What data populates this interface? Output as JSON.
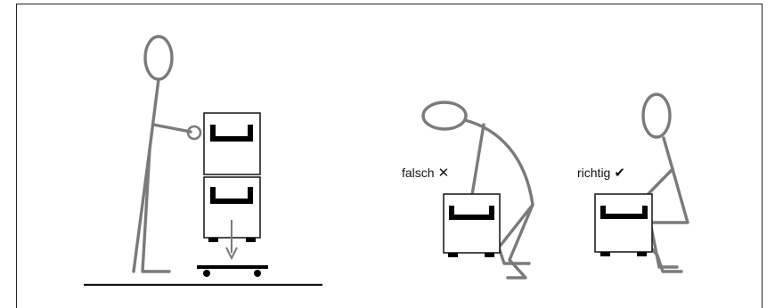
{
  "labels": {
    "wrong": {
      "text": "falsch",
      "symbol": "✕"
    },
    "right": {
      "text": "richtig",
      "symbol": "✔"
    }
  },
  "icons": [
    "stick-figure-pushing",
    "stick-figure-bent-back",
    "stick-figure-squatting",
    "drawer-unit",
    "dolly",
    "down-arrow",
    "ground-line"
  ]
}
